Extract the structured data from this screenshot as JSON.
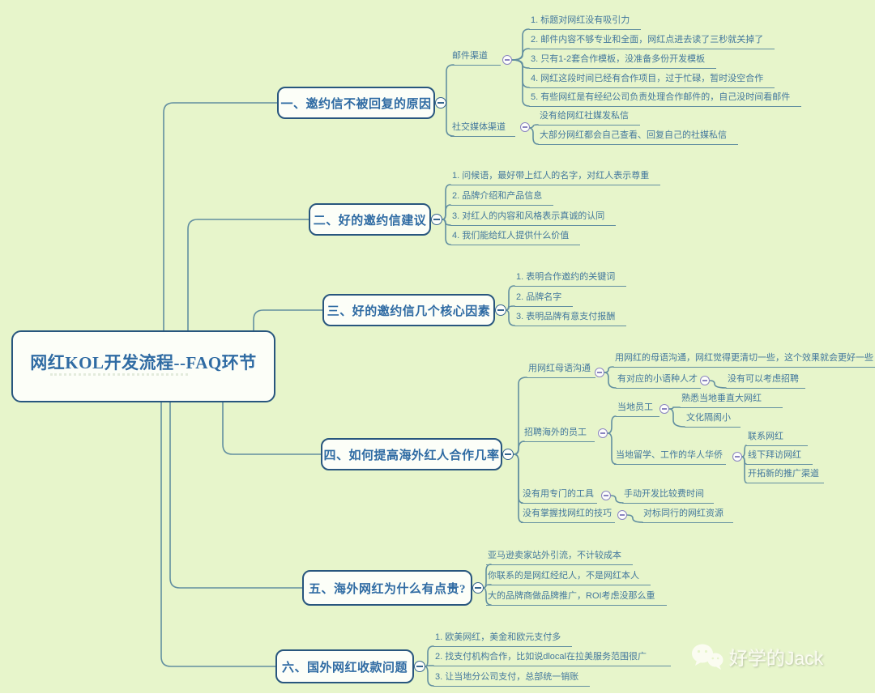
{
  "root": {
    "title": "网红KOL开发流程--FAQ环节"
  },
  "b1": {
    "title": "一、邀约信不被回复的原因",
    "email": {
      "label": "邮件渠道",
      "items": [
        "1. 标题对网红没有吸引力",
        "2. 邮件内容不够专业和全面，网红点进去读了三秒就关掉了",
        "3. 只有1-2套合作模板，没准备多份开发模板",
        "4. 网红这段时间已经有合作项目，过于忙碌，暂时没空合作",
        "5. 有些网红是有经纪公司负责处理合作邮件的，自己没时间看邮件"
      ]
    },
    "social": {
      "label": "社交媒体渠道",
      "items": [
        "没有给网红社媒发私信",
        "大部分网红都会自己查看、回复自己的社媒私信"
      ]
    }
  },
  "b2": {
    "title": "二、好的邀约信建议",
    "items": [
      "1. 问候语，最好带上红人的名字，对红人表示尊重",
      "2. 品牌介绍和产品信息",
      "3. 对红人的内容和风格表示真诚的认同",
      "4. 我们能给红人提供什么价值"
    ]
  },
  "b3": {
    "title": "三、好的邀约信几个核心因素",
    "items": [
      "1. 表明合作邀约的关键词",
      "2. 品牌名字",
      "3. 表明品牌有意支付报酬"
    ]
  },
  "b4": {
    "title": "四、如何提高海外红人合作几率",
    "native": {
      "label": "用网红母语沟通",
      "note": "用网红的母语沟通，网红觉得更清切一些，这个效果就会更好一些",
      "pair": {
        "label": "有对应的小语种人才",
        "value": "没有可以考虑招聘"
      }
    },
    "hire": {
      "label": "招聘海外的员工",
      "local": {
        "label": "当地员工",
        "items": [
          "熟悉当地垂直大网红",
          "文化隔阂小"
        ]
      },
      "overseas": {
        "label": "当地留学、工作的华人华侨",
        "items": [
          "联系网红",
          "线下拜访网红",
          "开拓新的推广渠道"
        ]
      }
    },
    "tool": {
      "label": "没有用专门的工具",
      "value": "手动开发比较费时间"
    },
    "skill": {
      "label": "没有掌握找网红的技巧",
      "value": "对标同行的网红资源"
    }
  },
  "b5": {
    "title": "五、海外网红为什么有点贵?",
    "items": [
      "亚马逊卖家站外引流，不计较成本",
      "你联系的是网红经纪人，不是网红本人",
      "大的品牌商做品牌推广，ROI考虑没那么重"
    ]
  },
  "b6": {
    "title": "六、国外网红收款问题",
    "items": [
      "1. 欧美网红，美金和欧元支付多",
      "2. 找支付机构合作，比如说dlocal在拉美服务范围很广",
      "3. 让当地分公司支付，总部统一销账"
    ]
  },
  "watermark": {
    "text": "好学的Jack"
  },
  "colors": {
    "background": "#e7f5cb",
    "node_border": "#28567e",
    "node_text": "#2f6ba3",
    "connector_line": "#628fa0",
    "item_text": "#43789d",
    "branch_icon": "#35648e",
    "sub_icon": "#8a84c0"
  }
}
